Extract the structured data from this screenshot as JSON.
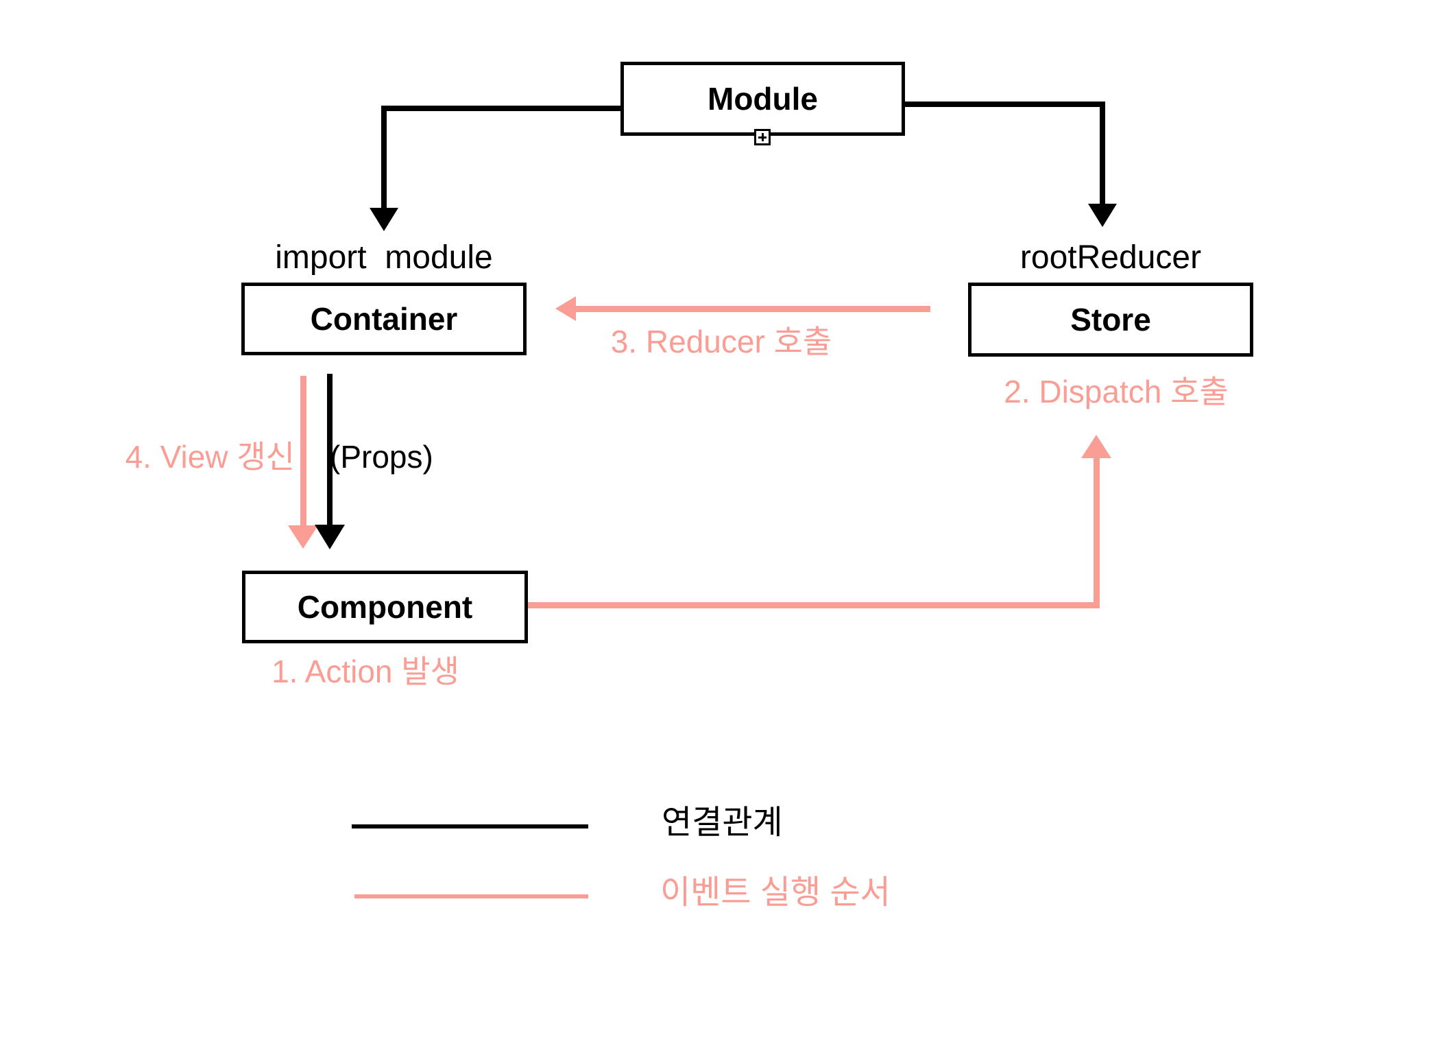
{
  "colors": {
    "connection": "#000000",
    "event_flow": "#FA9D95",
    "background": "#FFFFFF"
  },
  "diagram": {
    "nodes": {
      "module": {
        "label": "Module"
      },
      "container": {
        "label": "Container",
        "annotation": "import  module"
      },
      "store": {
        "label": "Store",
        "annotation": "rootReducer"
      },
      "component": {
        "label": "Component"
      }
    },
    "edges": {
      "action": {
        "label": "1. Action 발생"
      },
      "dispatch": {
        "label": "2. Dispatch 호출"
      },
      "reducer": {
        "label": "3. Reducer 호출"
      },
      "view": {
        "label": "4. View 갱신"
      },
      "props": {
        "label": "(Props)"
      }
    },
    "icons": {
      "module_expand": "plus-box"
    }
  },
  "legend": {
    "connection_label": "연결관계",
    "event_label": "이벤트 실행 순서"
  }
}
